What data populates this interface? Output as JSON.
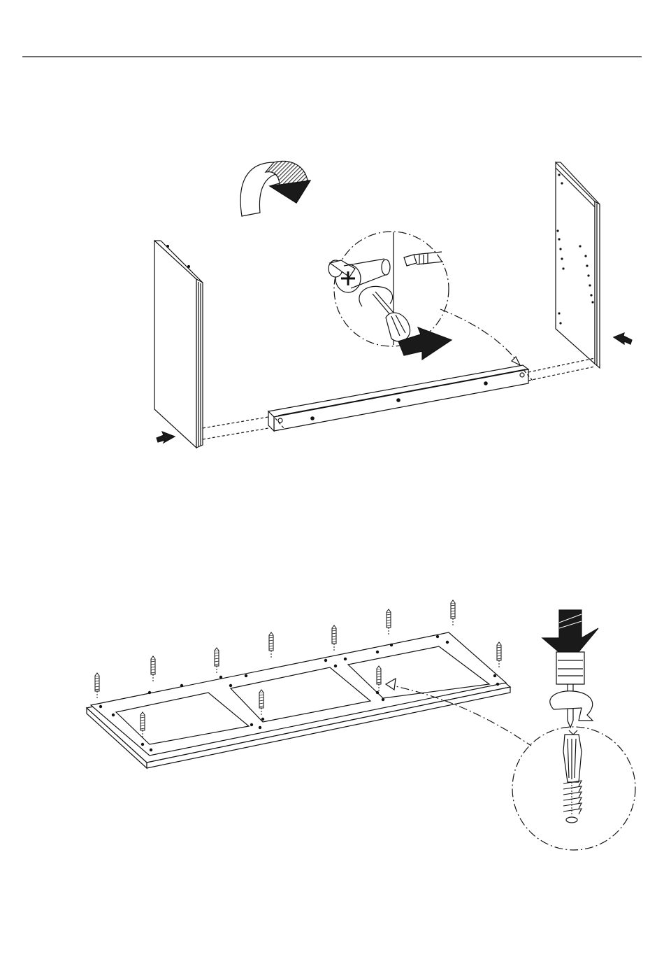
{
  "document": {
    "type": "assembly-instruction-page",
    "text_content": []
  },
  "colors": {
    "ink": "#111111",
    "paper": "#ffffff",
    "arrow_fill": "#1a1a1a",
    "hatch": "#444444"
  },
  "steps": [
    {
      "name": "side-panels-to-rail",
      "parts": [
        "left-side-panel",
        "right-side-panel",
        "connecting-rail",
        "cam-lock"
      ],
      "tool": "screwdriver",
      "icons": [
        "rotate-arrow-icon",
        "push-arrow-icon",
        "magnifier-detail-circle"
      ]
    },
    {
      "name": "dowels-into-base-frame",
      "parts": [
        "base-frame",
        "dowel-screw"
      ],
      "dowel_count": 12,
      "tool": "screwdriver",
      "icons": [
        "down-arrow-icon",
        "rotate-arrow-icon",
        "magnifier-detail-circle"
      ]
    }
  ]
}
